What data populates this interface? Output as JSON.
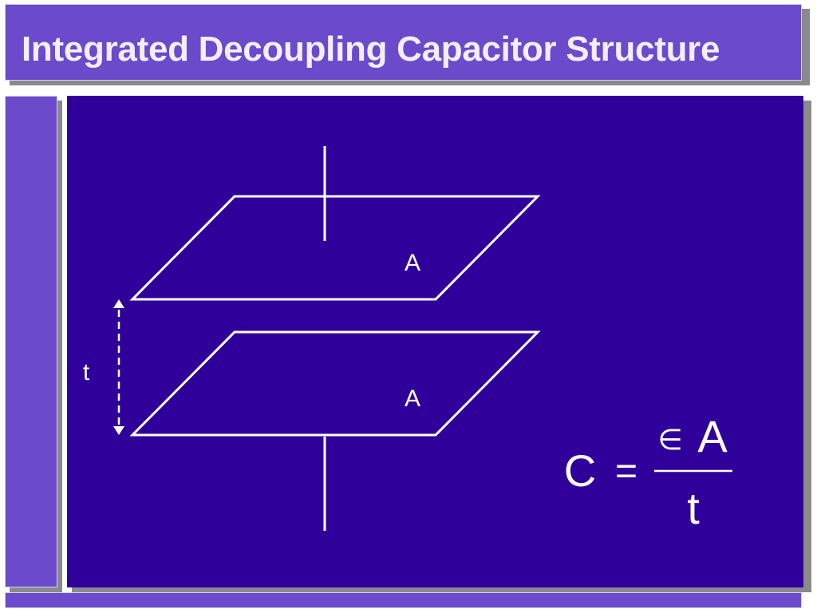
{
  "title": "Integrated Decoupling Capacitor Structure",
  "diagram": {
    "top_plate_label": "A",
    "bottom_plate_label": "A",
    "thickness_label": "t"
  },
  "formula": {
    "lhs": "C",
    "equals": "=",
    "numerator_symbol": "∈",
    "numerator_var": "A",
    "denominator": "t"
  },
  "colors": {
    "title_bar": "#6b4acb",
    "panel_background": "#30009b",
    "title_text": "#f2eefc",
    "drawing_lines": "#ffffff"
  }
}
